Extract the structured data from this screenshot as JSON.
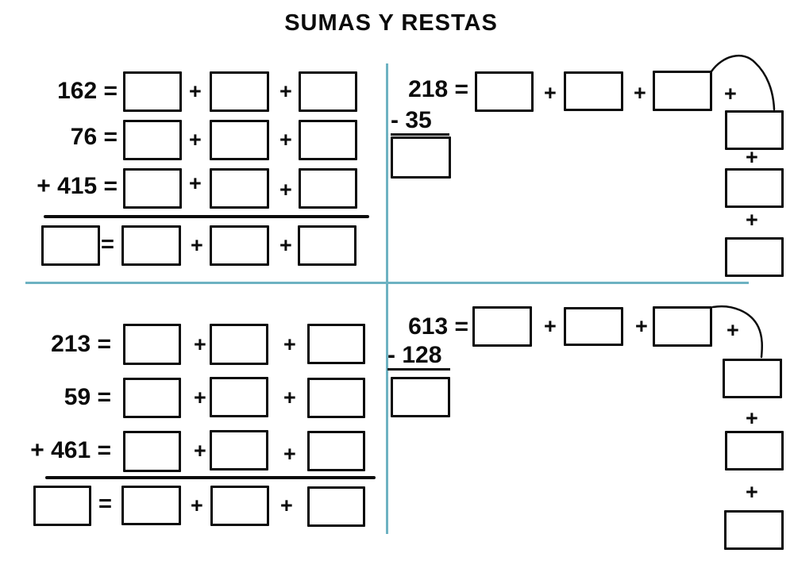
{
  "title": "SUMAS Y RESTAS",
  "symbols": {
    "plus": "+",
    "equals": "="
  },
  "colors": {
    "divider": "#6db2c2",
    "ink": "#0b0b0b"
  },
  "top_left": {
    "row_labels": [
      "162 =",
      "76 =",
      "+ 415 ="
    ]
  },
  "top_right": {
    "label": "218 =",
    "subtrahend": "- 35"
  },
  "bottom_left": {
    "row_labels": [
      "213 =",
      "59 =",
      "+ 461 ="
    ]
  },
  "bottom_right": {
    "label": "613 =",
    "subtrahend": "- 128"
  }
}
